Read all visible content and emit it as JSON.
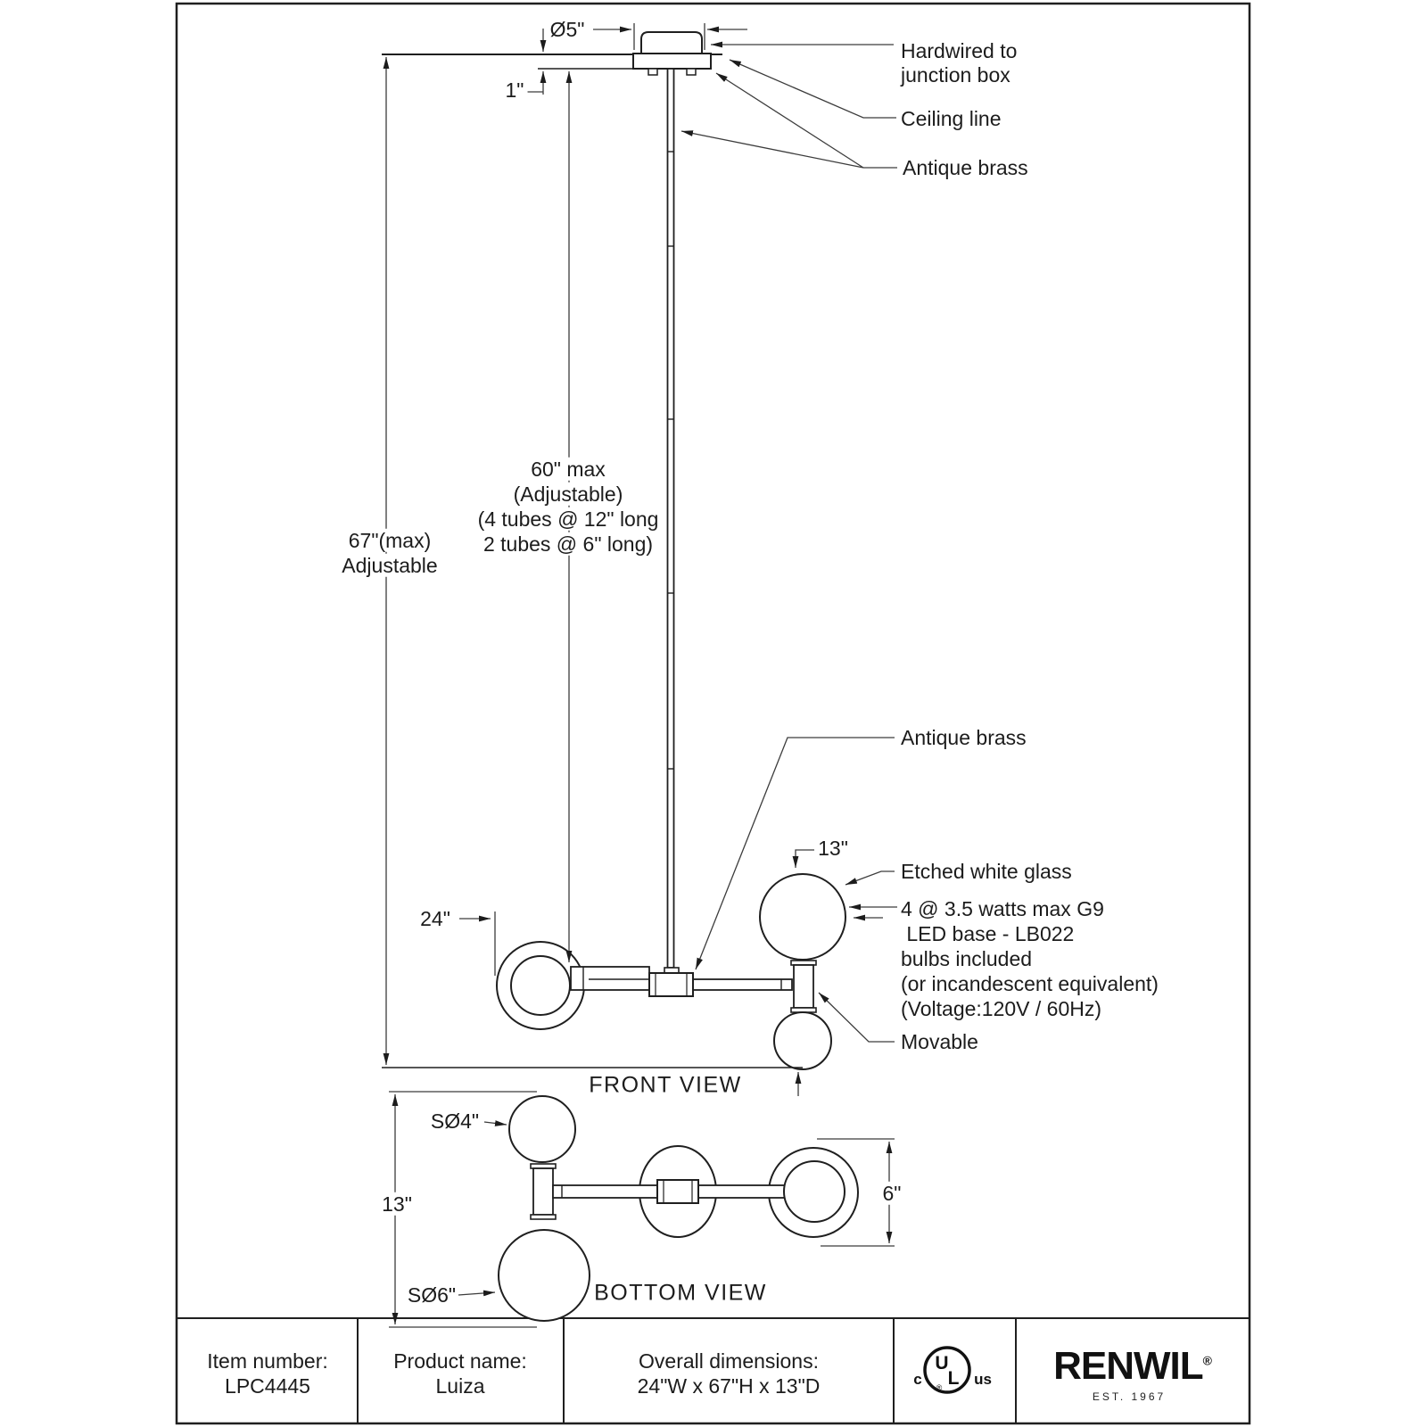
{
  "top_labels": {
    "hardwired_line1": "Hardwired to",
    "hardwired_line2": "junction box",
    "ceiling_line": "Ceiling line",
    "antique_brass_top": "Antique brass"
  },
  "dimensions": {
    "canopy_diameter": "Ø5\"",
    "canopy_height": "1\"",
    "overall_height_line1": "67\"(max)",
    "overall_height_line2": "Adjustable",
    "rod_line1": "60\" max",
    "rod_line2": "(Adjustable)",
    "rod_line3": "(4 tubes @ 12\" long",
    "rod_line4": "2 tubes @ 6\" long)",
    "fixture_width": "24\"",
    "fixture_height_front": "13\"",
    "bottom_height": "13\"",
    "small_globe_diameter": "SØ4\"",
    "large_globe_diameter": "SØ6\"",
    "ring_depth": "6\""
  },
  "fixture_labels": {
    "antique_brass_mid": "Antique brass",
    "etched_glass": "Etched white glass",
    "bulb_line1": "4 @ 3.5 watts max G9",
    "bulb_line2": " LED base - LB022",
    "bulb_line3": "bulbs included",
    "bulb_line4": "(or incandescent equivalent)",
    "bulb_line5": "(Voltage:120V / 60Hz)",
    "movable": "Movable"
  },
  "views": {
    "front": "FRONT VIEW",
    "bottom": "BOTTOM VIEW"
  },
  "footer": {
    "item_number_label": "Item number:",
    "item_number_value": "LPC4445",
    "product_name_label": "Product name:",
    "product_name_value": "Luiza",
    "dimensions_label": "Overall dimensions:",
    "dimensions_value": "24\"W x 67\"H x 13\"D",
    "ul": {
      "c": "c",
      "u": "U",
      "l": "L",
      "us": "us",
      "reg": "®"
    },
    "brand": {
      "name": "RENWIL",
      "reg": "®",
      "est": "EST. 1967"
    }
  },
  "colors": {
    "line": "#1f1f1f",
    "thin_line": "#3c3c3c",
    "background": "#ffffff"
  }
}
